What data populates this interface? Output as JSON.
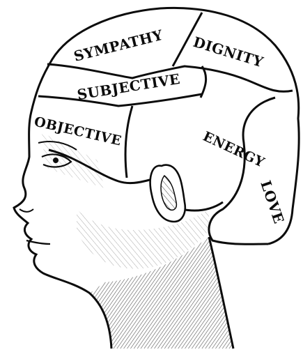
{
  "colors": {
    "ink": "#0c0c0c",
    "paper": "#ffffff"
  },
  "regions": {
    "sympathy": "SYMPATHY",
    "dignity": "DIGNITY",
    "subjective": "SUBJECTIVE",
    "objective": "OBJECTIVE",
    "energy": "ENERGY",
    "love": "LOVE"
  }
}
